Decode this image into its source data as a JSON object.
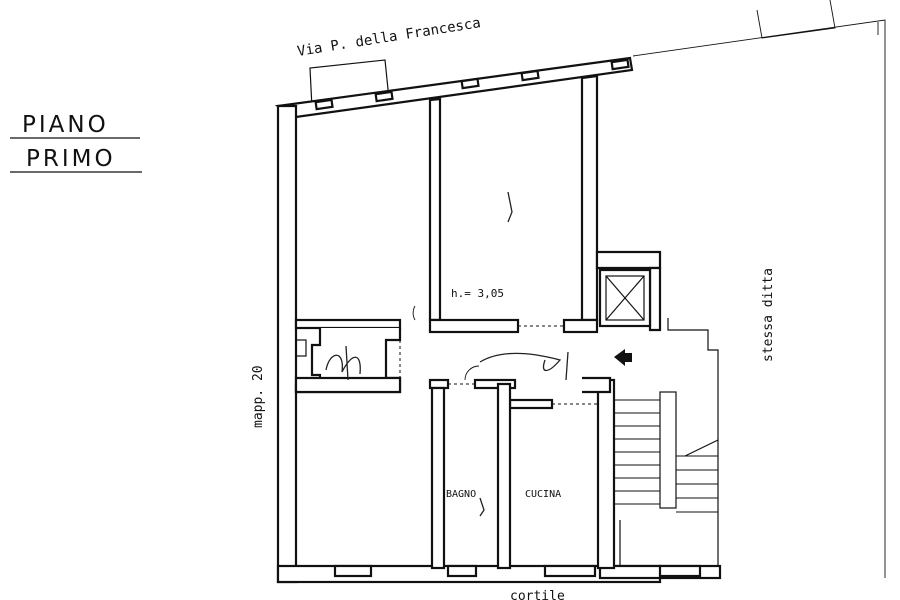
{
  "title": {
    "line1": "PIANO",
    "line2": "PRIMO"
  },
  "street": "Via   P.  della  Francesca",
  "room_height": "h.= 3,05",
  "room_bagno": "BAGNO",
  "room_cucina": "CUCINA",
  "left_label": "mapp. 20",
  "right_label": "stessa   ditta",
  "bottom_label": "cortile",
  "colors": {
    "ink": "#111111",
    "paper": "#ffffff"
  },
  "icons": {
    "entrance": "entrance-arrow-icon",
    "lift": "elevator-shaft-icon"
  }
}
